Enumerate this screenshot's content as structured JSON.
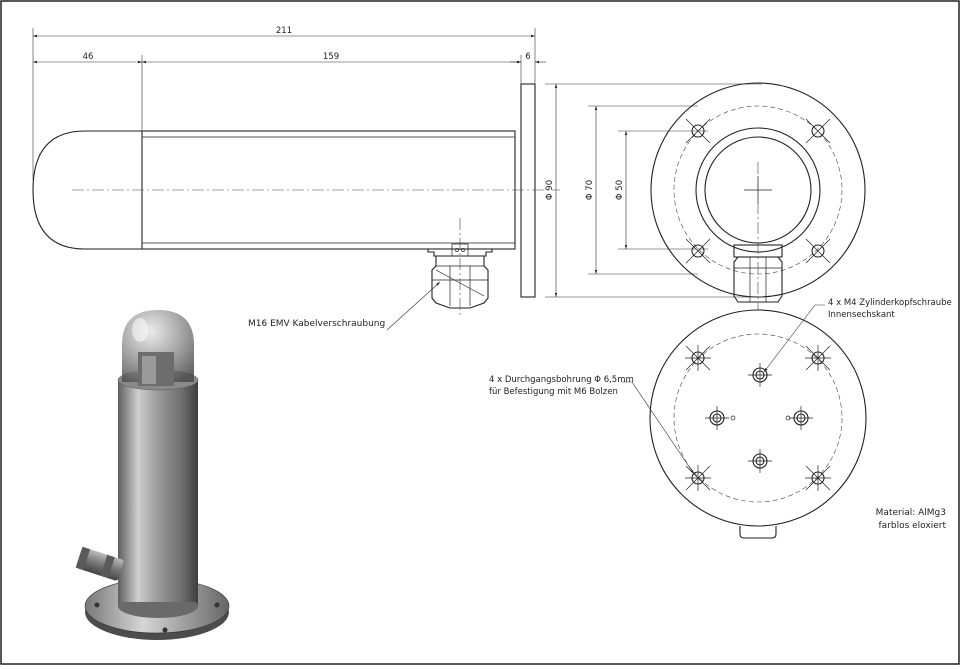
{
  "dimensions": {
    "overall_length": "211",
    "dome_length": "46",
    "tube_length": "159",
    "flange_thickness": "6",
    "dia_90": "Φ 90",
    "dia_70": "Φ 70",
    "dia_50": "Φ 50"
  },
  "labels": {
    "cable_gland": "M16 EMV Kabelverschraubung",
    "screws_line1": "4 x M4 Zylinderkopfschraube",
    "screws_line2": "Innensechskant",
    "holes_line1": "4 x Durchgangsbohrung Φ 6,5mm",
    "holes_line2": "für Befestigung mit M6 Bolzen",
    "material_line1": "Material: AlMg3",
    "material_line2": "farblos eloxiert"
  }
}
